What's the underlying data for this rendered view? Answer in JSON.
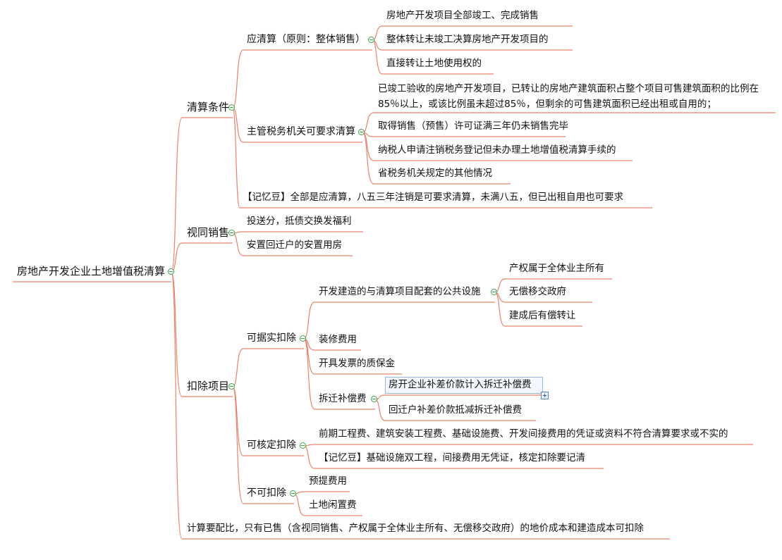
{
  "root": "房地产开发企业土地增值税清算",
  "branch1": {
    "label": "清算条件",
    "a": {
      "label": "应清算（原则：整体销售）",
      "items": [
        "房地产开发项目全部竣工、完成销售",
        "整体转让未竣工决算房地产开发项目的",
        "直接转让土地使用权的"
      ]
    },
    "b": {
      "label": "主管税务机关可要求清算",
      "items": [
        "已竣工验收的房地产开发项目，已转让的房地产建筑面积占整个项目可售建筑面积的比例在85％以上，或该比例虽未超过85％，但剩余的可售建筑面积已经出租或自用的；",
        "取得销售（预售）许可证满三年仍未销售完毕",
        "纳税人申请注销税务登记但未办理土地增值税清算手续的",
        "省税务机关规定的其他情况"
      ]
    },
    "note": "【记忆豆】全部是应清算，八五三年注销是可要求清算，未满八五，但已出租自用也可要求"
  },
  "branch2": {
    "label": "视同销售",
    "items": [
      "投送分，抵债交换发福利",
      "安置回迁户的安置用房"
    ]
  },
  "branch3": {
    "label": "扣除项目",
    "a": {
      "label": "可据实扣除",
      "public": {
        "label": "开发建造的与清算项目配套的公共设施",
        "items": [
          "产权属于全体业主所有",
          "无偿移交政府",
          "建成后有偿转让"
        ]
      },
      "decor": "装修费用",
      "deposit": "开具发票的质保金",
      "demolish": {
        "label": "拆迁补偿费",
        "items": [
          "房开企业补差价款计入拆迁补偿费",
          "回迁户补差价款抵减拆迁补偿费"
        ]
      }
    },
    "b": {
      "label": "可核定扣除",
      "items": [
        "前期工程费、建筑安装工程费、基础设施费、开发间接费用的凭证或资料不符合清算要求或不实的",
        "【记忆豆】基础设施双工程，间接费用无凭证，核定扣除要记清"
      ]
    },
    "c": {
      "label": "不可扣除",
      "items": [
        "预提费用",
        "土地闲置费"
      ]
    }
  },
  "branch4": "计算要配比，只有已售（含视同销售、产权属于全体业主所有、无偿移交政府）的地价成本和建造成本可扣除",
  "colors": {
    "edge": "#e8826f",
    "toggle": "#3aa24a",
    "selection": "#9ab8e6"
  }
}
